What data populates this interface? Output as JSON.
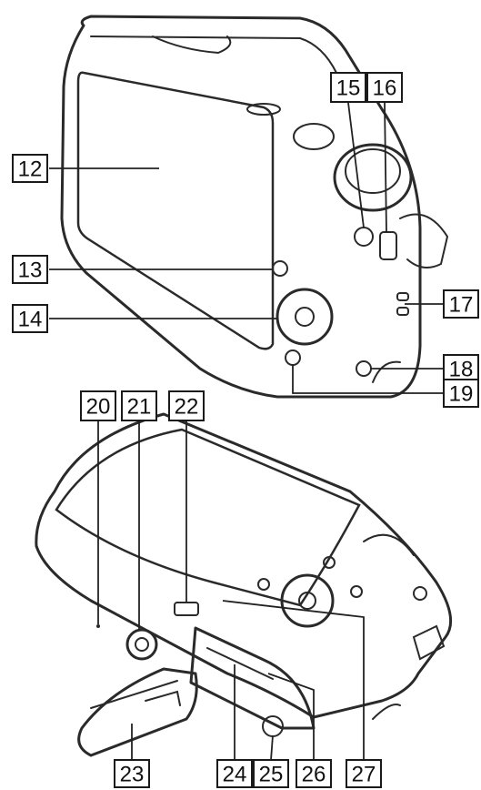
{
  "callouts": {
    "c12": "12",
    "c13": "13",
    "c14": "14",
    "c15": "15",
    "c16": "16",
    "c17": "17",
    "c18": "18",
    "c19": "19",
    "c20": "20",
    "c21": "21",
    "c22": "22",
    "c23": "23",
    "c24": "24",
    "c25": "25",
    "c26": "26",
    "c27": "27"
  },
  "colors": {
    "line": "#2a2a2a",
    "background": "#ffffff"
  }
}
